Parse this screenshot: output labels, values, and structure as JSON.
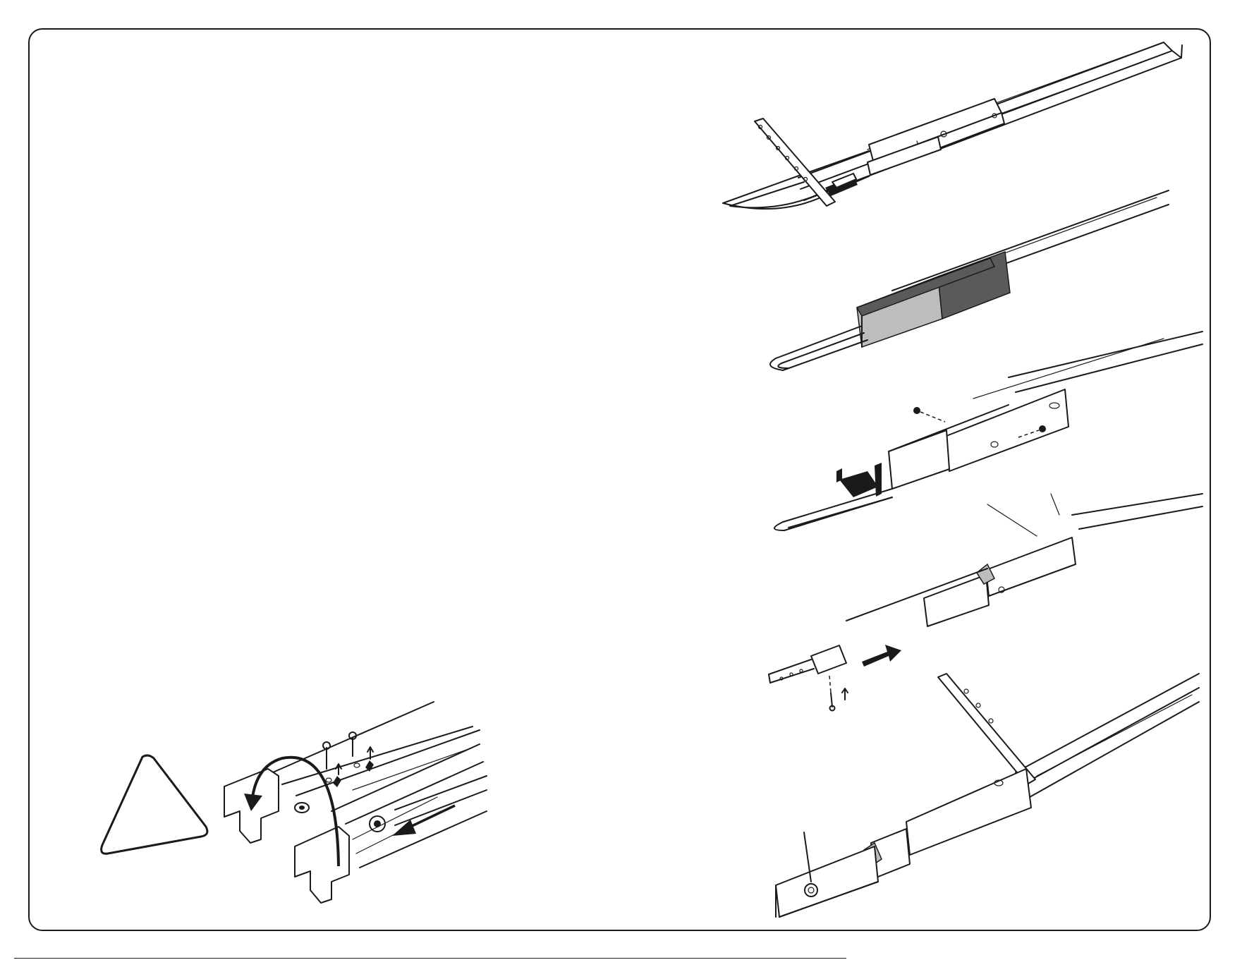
{
  "page": {
    "background_color": "#ffffff",
    "frame_color": "#1a1a1a",
    "accent_grey": "#5a5a5a"
  },
  "figures": [
    {
      "id": "step-1",
      "icon": "rail-with-header-bracket"
    },
    {
      "id": "step-2",
      "icon": "rail-with-shaded-coupler"
    },
    {
      "id": "step-3",
      "icon": "rail-with-trolley-and-bolts"
    },
    {
      "id": "step-4",
      "icon": "rail-with-carriage-and-push-arrow"
    },
    {
      "id": "step-5",
      "icon": "assembled-rail-end-view"
    },
    {
      "id": "detail",
      "icon": "rail-section-with-screws-and-curved-arrow"
    },
    {
      "id": "warning",
      "icon": "warning-triangle"
    }
  ]
}
